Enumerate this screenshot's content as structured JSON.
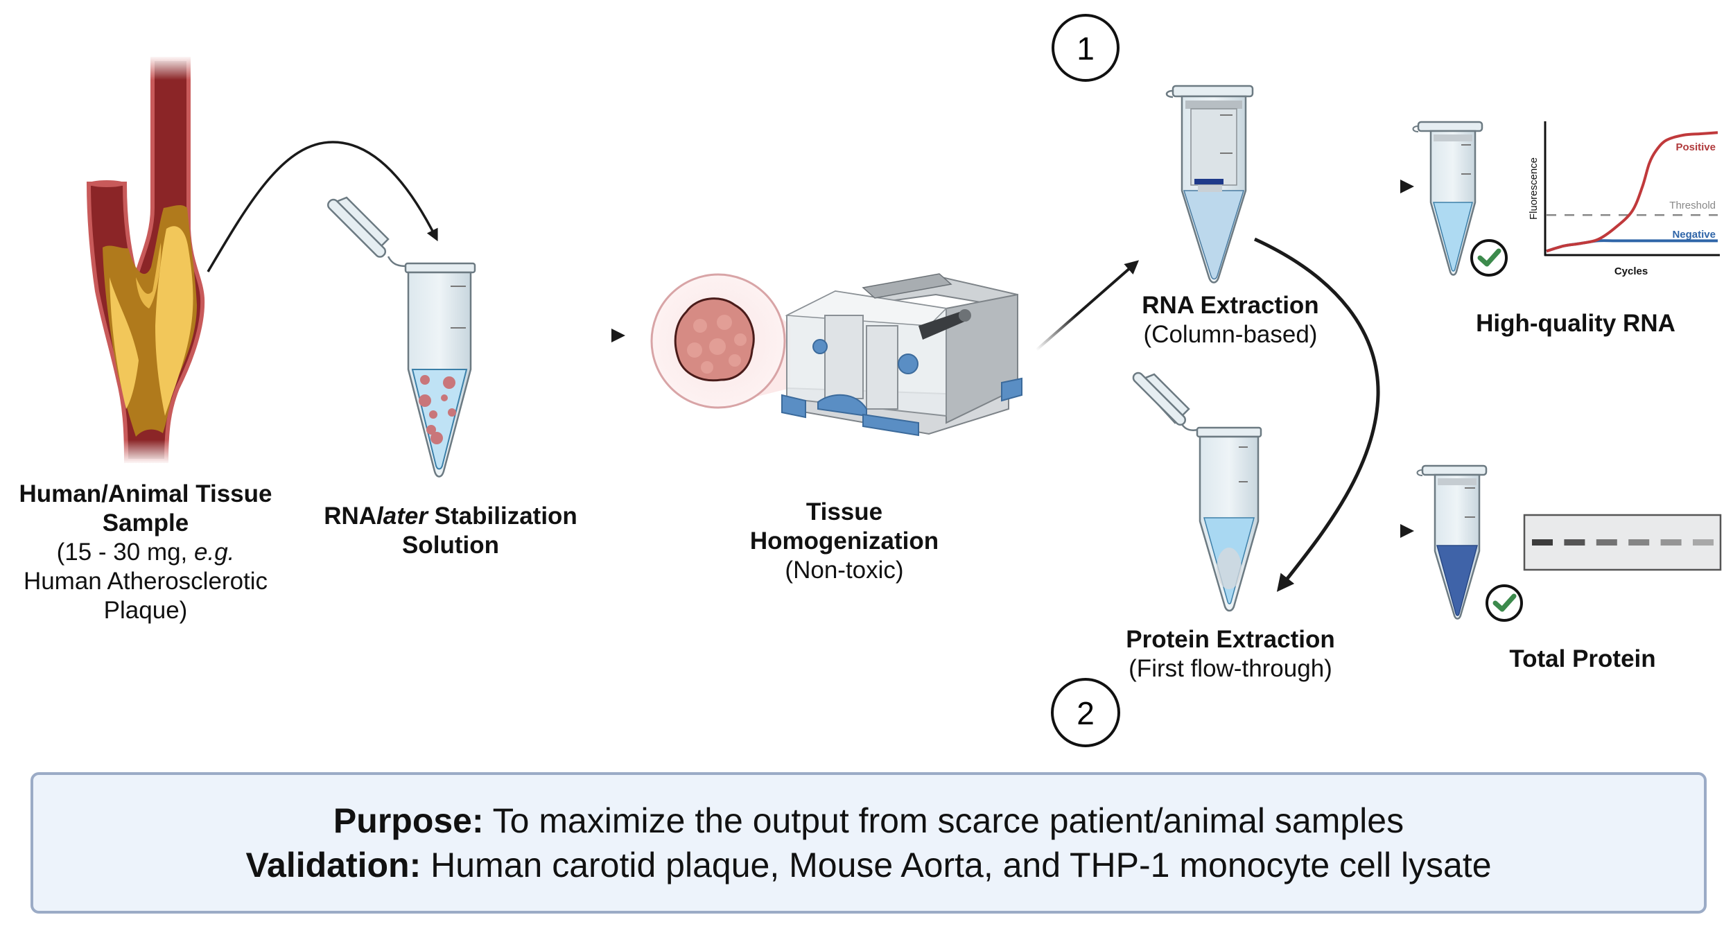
{
  "steps": {
    "tissue_sample": {
      "title_line1": "Human/Animal Tissue",
      "title_line2": "Sample",
      "detail_line1_prefix": "(15 - 30 mg, ",
      "detail_line1_italic": "e.g.",
      "detail_line2": "Human Atherosclerotic",
      "detail_line3": "Plaque)"
    },
    "stabilization": {
      "prefix": "RNA",
      "italic": "later",
      "suffix": " Stabilization",
      "line2": "Solution"
    },
    "homogenization": {
      "line1": "Tissue",
      "line2": "Homogenization",
      "line3": "(Non-toxic)"
    },
    "rna_extraction": {
      "step_number": "1",
      "title": "RNA Extraction",
      "subtitle": "(Column-based)"
    },
    "protein_extraction": {
      "step_number": "2",
      "title": "Protein Extraction",
      "subtitle": "(First flow-through)"
    },
    "rna_result": {
      "title": "High-quality RNA",
      "status_icon": "check-circle-icon"
    },
    "protein_result": {
      "title": "Total Protein",
      "status_icon": "check-circle-icon",
      "gel_band_count": 6
    }
  },
  "summary": {
    "purpose_label": "Purpose:",
    "purpose_text": " To maximize the output from scarce patient/animal samples",
    "validation_label": "Validation:",
    "validation_text": " Human carotid plaque, Mouse Aorta, and THP-1 monocyte cell lysate"
  },
  "colors": {
    "artery": "#8b2527",
    "artery_wall": "#c85a5a",
    "plaque_light": "#f2c75a",
    "plaque_dark": "#b07a1c",
    "tube_liquid": "#bfe2f5",
    "protein_liquid": "#3f63a8",
    "positive": "#c0393b",
    "negative": "#2f65a8",
    "threshold": "#888888",
    "check": "#3c8a4c",
    "summary_bg": "#edf3fb",
    "summary_border": "#9babc6"
  },
  "chart_data": {
    "type": "line",
    "title": "",
    "xlabel": "Cycles",
    "ylabel": "Fluorescence",
    "x": [
      0,
      5,
      10,
      15,
      20,
      25,
      28,
      30,
      32,
      35,
      40,
      45,
      50
    ],
    "series": [
      {
        "name": "Positive",
        "values": [
          0.02,
          0.06,
          0.08,
          0.11,
          0.2,
          0.33,
          0.52,
          0.7,
          0.8,
          0.88,
          0.92,
          0.93,
          0.94
        ]
      },
      {
        "name": "Negative",
        "values": [
          0.02,
          0.06,
          0.08,
          0.1,
          0.1,
          0.1,
          0.1,
          0.1,
          0.1,
          0.1,
          0.1,
          0.1,
          0.1
        ]
      }
    ],
    "threshold": {
      "label": "Threshold",
      "value": 0.3
    },
    "xlim": [
      0,
      50
    ],
    "ylim": [
      0,
      1
    ],
    "grid": false,
    "legend": "inline-right"
  }
}
